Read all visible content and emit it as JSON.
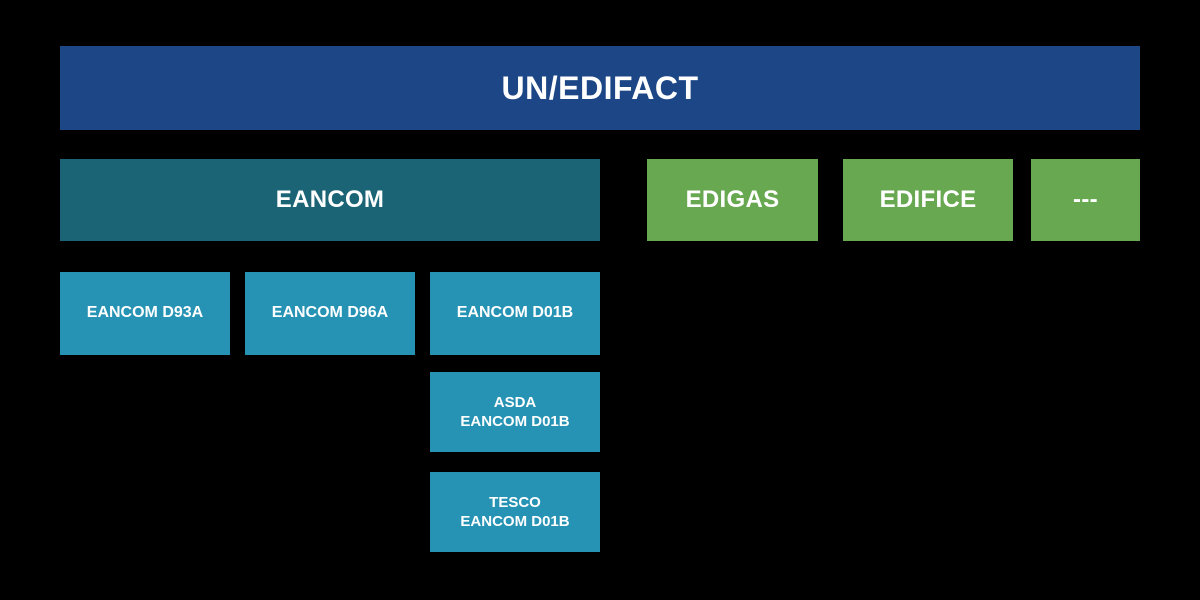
{
  "diagram": {
    "background_color": "#000000",
    "root": {
      "label": "UN/EDIFACT",
      "color": "#1c4685"
    },
    "subsets": [
      {
        "label": "EANCOM",
        "color": "#1b6475",
        "name": "eancom"
      },
      {
        "label": "EDIGAS",
        "color": "#67a851",
        "name": "edigas"
      },
      {
        "label": "EDIFICE",
        "color": "#67a851",
        "name": "edifice"
      },
      {
        "label": "---",
        "color": "#67a851",
        "name": "more"
      }
    ],
    "versions": [
      {
        "label": "EANCOM D93A",
        "color": "#2693b4",
        "name": "eancom-d93a"
      },
      {
        "label": "EANCOM D96A",
        "color": "#2693b4",
        "name": "eancom-d96a"
      },
      {
        "label": "EANCOM D01B",
        "color": "#2693b4",
        "name": "eancom-d01b"
      }
    ],
    "company_messages": [
      {
        "label": "ASDA\nEANCOM D01B",
        "color": "#2693b4",
        "name": "asda-eancom-d01b"
      },
      {
        "label": "TESCO\nEANCOM D01B",
        "color": "#2693b4",
        "name": "tesco-eancom-d01b"
      }
    ]
  }
}
